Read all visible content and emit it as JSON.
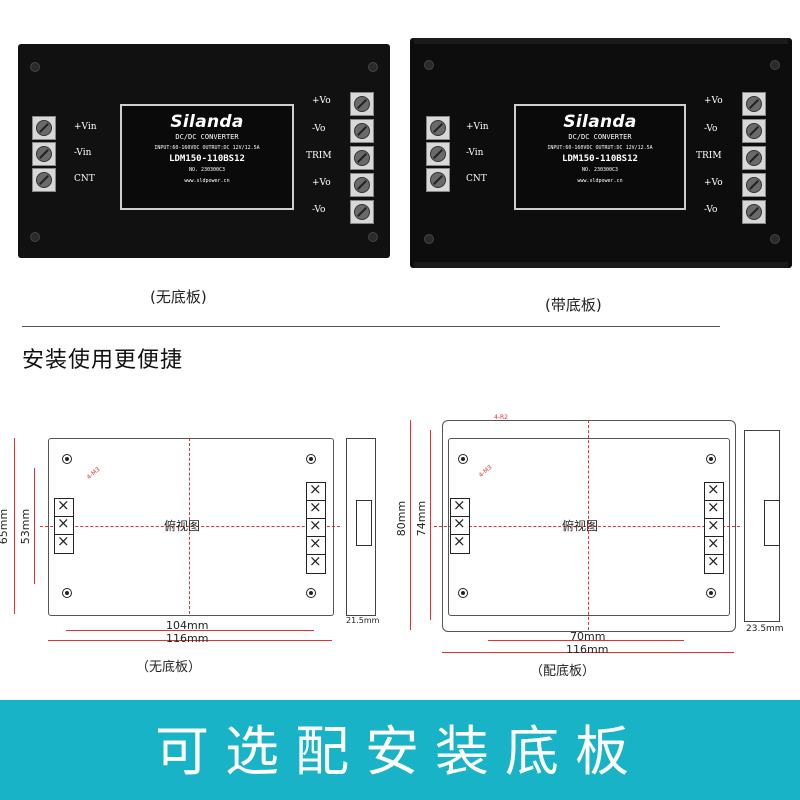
{
  "module": {
    "brand": "Silanda",
    "line1": "DC/DC CONVERTER",
    "line2": "INPUT:60-160VDC   OUTRUT:DC 12V/12.5A",
    "model": "LDM150-110BS12",
    "serial": "NO. 230300C3",
    "website": "www.sldpower.cn",
    "input_labels": [
      "+Vin",
      "-Vin",
      "CNT"
    ],
    "output_labels": [
      "+Vo",
      "-Vo",
      "TRIM",
      "+Vo",
      "-Vo"
    ]
  },
  "captions": {
    "no_base": "(无底板)",
    "with_base": "(带底板)"
  },
  "section_heading": "安装使用更便捷",
  "diagram_left": {
    "center_label": "俯视图",
    "hole_label": "4-M3",
    "dim_height_outer": "65mm",
    "dim_height_inner": "53mm",
    "dim_width_inner": "104mm",
    "dim_width_outer": "116mm",
    "dim_side": "21.5mm",
    "caption": "（无底板）"
  },
  "diagram_right": {
    "center_label": "俯视图",
    "hole_label": "4-M3",
    "slot_label": "4-R2",
    "dim_height_outer": "80mm",
    "dim_height_inner": "74mm",
    "dim_width_inner": "70mm",
    "dim_width_outer": "116mm",
    "dim_side": "23.5mm",
    "caption": "（配底板）"
  },
  "banner": {
    "text": "可选配安装底板",
    "color": "#19b3c8"
  }
}
